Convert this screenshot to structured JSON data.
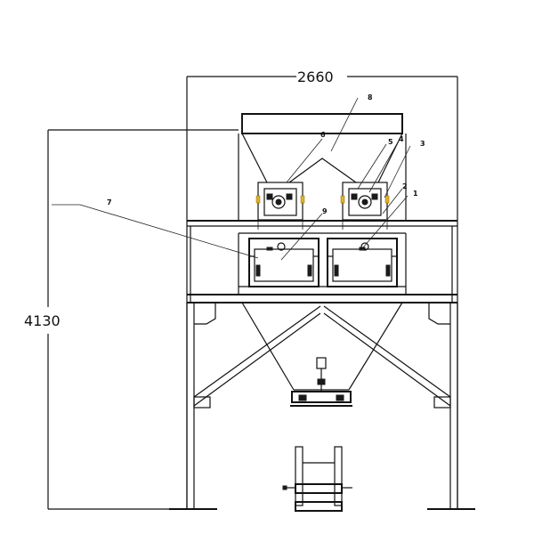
{
  "dimensions": {
    "width_label": "2660",
    "height_label": "4130"
  },
  "callouts": [
    {
      "id": "c8",
      "label": "8"
    },
    {
      "id": "c6",
      "label": "6"
    },
    {
      "id": "c5",
      "label": "5"
    },
    {
      "id": "c4",
      "label": "4"
    },
    {
      "id": "c3",
      "label": "3"
    },
    {
      "id": "c2",
      "label": "2"
    },
    {
      "id": "c1",
      "label": "1"
    },
    {
      "id": "c9",
      "label": "9"
    },
    {
      "id": "c7",
      "label": "7"
    }
  ],
  "colors": {
    "line": "#111111",
    "accent": "#e0b12a",
    "background": "#ffffff"
  }
}
